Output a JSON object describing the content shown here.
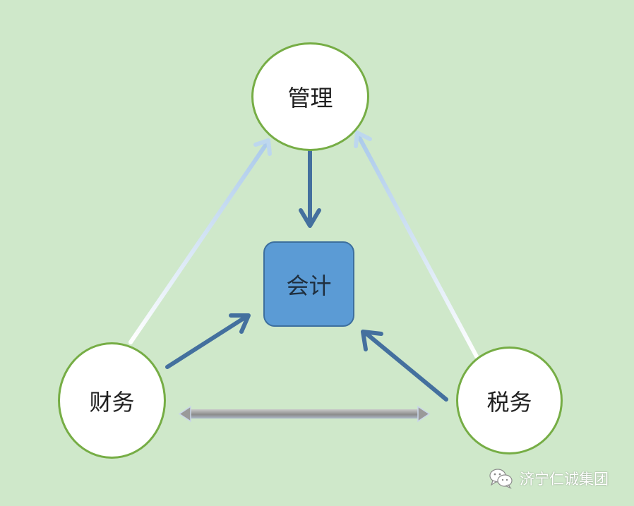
{
  "nodes": {
    "management": "管理",
    "accounting": "会计",
    "finance": "财务",
    "tax": "税务"
  },
  "watermark": {
    "text": "济宁仁诚集团",
    "icon": "wechat-icon"
  },
  "colors": {
    "background": "#cfe8ca",
    "circle_fill": "#ffffff",
    "circle_border": "#76ad45",
    "box_fill": "#5b9bd5",
    "box_border": "#3d6f9e",
    "dark_arrow": "#44709e",
    "light_arrow": "#bdd7ee",
    "double_arrow": "#9a9a9a"
  }
}
